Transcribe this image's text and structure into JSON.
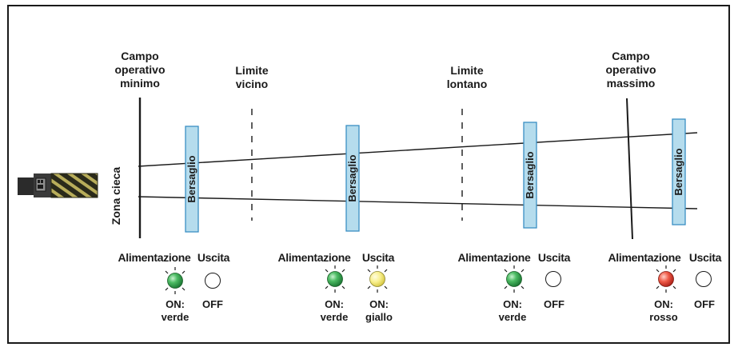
{
  "labels": {
    "campo_min_1": "Campo",
    "campo_min_2": "operativo",
    "campo_min_3": "minimo",
    "limite_vicino_1": "Limite",
    "limite_vicino_2": "vicino",
    "limite_lontano_1": "Limite",
    "limite_lontano_2": "lontano",
    "campo_max_1": "Campo",
    "campo_max_2": "operativo",
    "campo_max_3": "massimo",
    "zona_cieca": "Zona cieca",
    "target": "Bersaglio"
  },
  "indicators": [
    {
      "power_label": "Alimentazione",
      "output_label": "Uscita",
      "power_state_1": "ON:",
      "power_state_2": "verde",
      "output_state_1": "OFF",
      "output_state_2": "",
      "power_color": "#3aa855",
      "output_color": "#ffffff"
    },
    {
      "power_label": "Alimentazione",
      "output_label": "Uscita",
      "power_state_1": "ON:",
      "power_state_2": "verde",
      "output_state_1": "ON:",
      "output_state_2": "giallo",
      "power_color": "#3aa855",
      "output_color": "#f6ee8a"
    },
    {
      "power_label": "Alimentazione",
      "output_label": "Uscita",
      "power_state_1": "ON:",
      "power_state_2": "verde",
      "output_state_1": "OFF",
      "output_state_2": "",
      "power_color": "#3aa855",
      "output_color": "#ffffff"
    },
    {
      "power_label": "Alimentazione",
      "output_label": "Uscita",
      "power_state_1": "ON:",
      "power_state_2": "rosso",
      "output_state_1": "OFF",
      "output_state_2": "",
      "power_color": "#e0443a",
      "output_color": "#ffffff"
    }
  ],
  "colors": {
    "target_fill": "#b5dced",
    "target_stroke": "#3a8fc4",
    "line": "#1a1a1a"
  }
}
